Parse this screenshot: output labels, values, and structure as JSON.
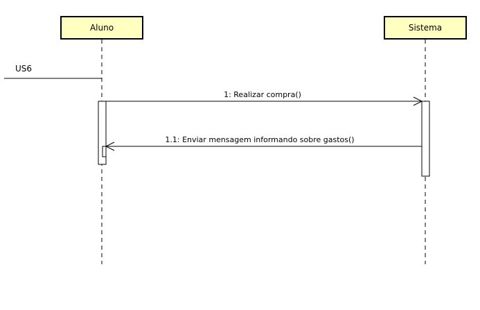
{
  "colors": {
    "participant_fill": "#ffffc0",
    "line": "#000000",
    "activation_fill": "#ffffff",
    "background": "#ffffff"
  },
  "frame": {
    "label": "US6"
  },
  "participants": [
    {
      "id": "aluno",
      "name": "Aluno"
    },
    {
      "id": "sistema",
      "name": "Sistema"
    }
  ],
  "messages": [
    {
      "label": "1: Realizar compra()",
      "from": "aluno",
      "to": "sistema",
      "kind": "sync"
    },
    {
      "label": "1.1: Enviar mensagem informando sobre gastos()",
      "from": "sistema",
      "to": "aluno",
      "kind": "reply"
    }
  ]
}
